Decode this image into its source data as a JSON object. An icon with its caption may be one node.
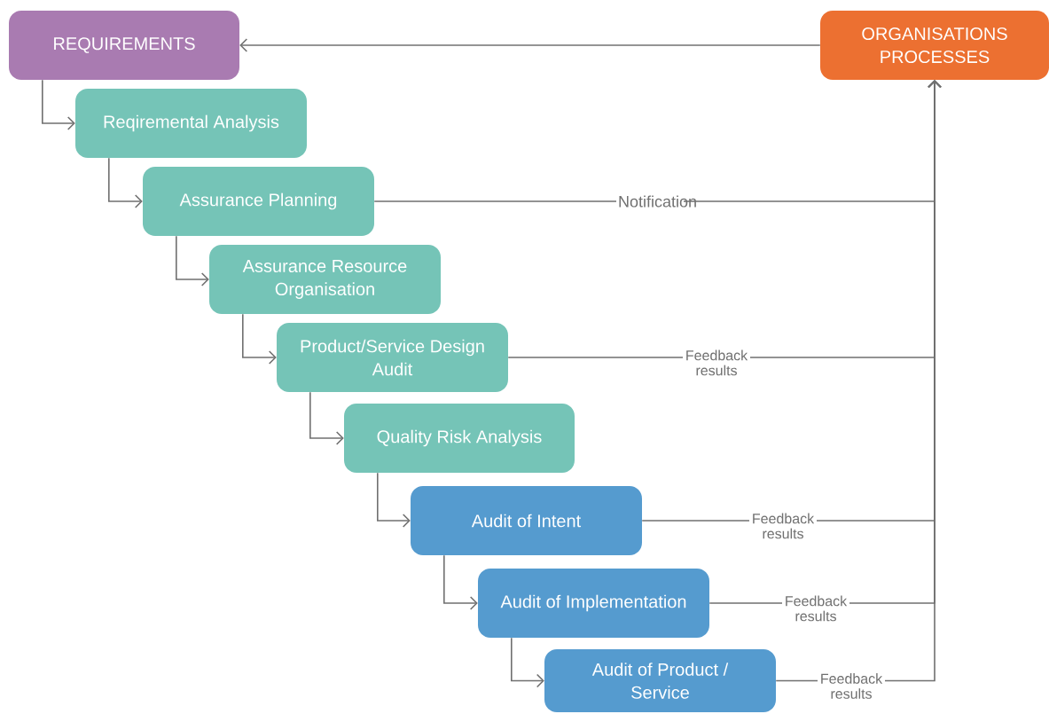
{
  "diagram": {
    "nodes": [
      {
        "text": [
          "REQUIREMENTS"
        ]
      },
      {
        "text": [
          "ORGANISATIONS PROCESSES"
        ]
      },
      {
        "text": [
          "Reqiremental Analysis"
        ]
      },
      {
        "text": [
          "Assurance Planning"
        ]
      },
      {
        "text": [
          "Assurance Resource Organisation"
        ]
      },
      {
        "text": [
          "Product/Service Design Audit"
        ]
      },
      {
        "text": [
          "Quality Risk Analysis"
        ]
      },
      {
        "text": [
          "Audit of Intent"
        ]
      },
      {
        "text": [
          "Audit of Implementation"
        ]
      },
      {
        "text": [
          "Audit of Product / Service"
        ]
      }
    ],
    "edges": [
      {
        "from": 1,
        "to": 0,
        "arrow": "to"
      },
      {
        "from": 0,
        "to": 2,
        "arrow": "to"
      },
      {
        "from": 2,
        "to": 3,
        "arrow": "to"
      },
      {
        "from": 3,
        "to": 4,
        "arrow": "to"
      },
      {
        "from": 4,
        "to": 5,
        "arrow": "to"
      },
      {
        "from": 5,
        "to": 6,
        "arrow": "to"
      },
      {
        "from": 6,
        "to": 7,
        "arrow": "to"
      },
      {
        "from": 7,
        "to": 8,
        "arrow": "to"
      },
      {
        "from": 8,
        "to": 9,
        "arrow": "to"
      },
      {
        "from": 3,
        "to": 1,
        "arrow": "to",
        "label": "Notification"
      },
      {
        "from": 5,
        "to": 1,
        "arrow": "to",
        "label": "Feedback results"
      },
      {
        "from": 7,
        "to": 1,
        "arrow": "to",
        "label": "Feedback results"
      },
      {
        "from": 8,
        "to": 1,
        "arrow": "to",
        "label": "Feedback results"
      },
      {
        "from": 9,
        "to": 1,
        "arrow": "to",
        "label": "Feedback results"
      }
    ]
  }
}
